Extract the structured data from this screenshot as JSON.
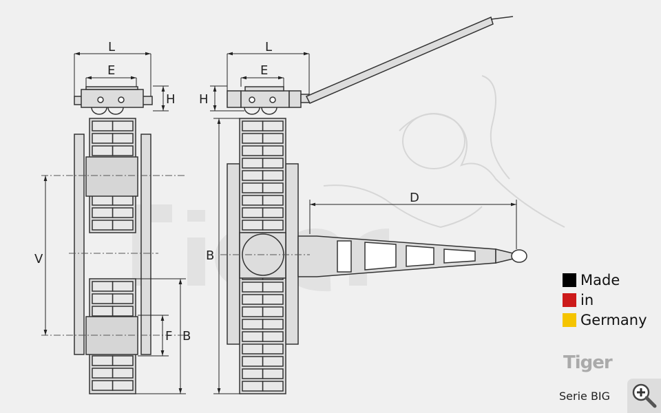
{
  "dimensions": {
    "L": "L",
    "E": "E",
    "H": "H",
    "V": "V",
    "F": "F",
    "B": "B",
    "D": "D"
  },
  "watermark": "Tiger",
  "legend": {
    "items": [
      {
        "label": "Made",
        "color": "#000000"
      },
      {
        "label": "in",
        "color": "#cc1a1a"
      },
      {
        "label": "Germany",
        "color": "#f5c400"
      }
    ]
  },
  "logo": "Tiger",
  "series": "Serie BIG",
  "zoom_icon": "magnifier-plus-icon"
}
